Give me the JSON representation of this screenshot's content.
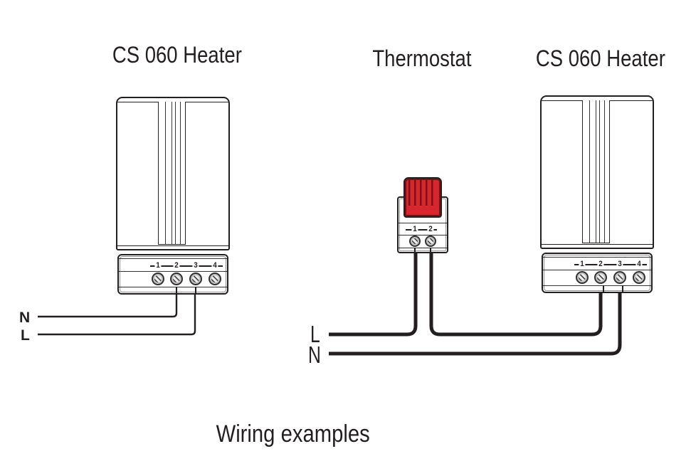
{
  "caption": "Wiring examples",
  "left_heater": {
    "title": "CS 060 Heater"
  },
  "thermostat": {
    "title": "Thermostat"
  },
  "right_heater": {
    "title": "CS 060 Heater"
  },
  "left_supply": {
    "n": "N",
    "l": "L"
  },
  "right_supply": {
    "l": "L",
    "n": "N"
  },
  "terminals": {
    "heater": [
      "1",
      "2",
      "3",
      "4"
    ],
    "thermostat": [
      "1",
      "2"
    ]
  },
  "colors": {
    "ink": "#231f20",
    "knob_red": "#d7272e",
    "knob_red_dark": "#7c1014"
  }
}
